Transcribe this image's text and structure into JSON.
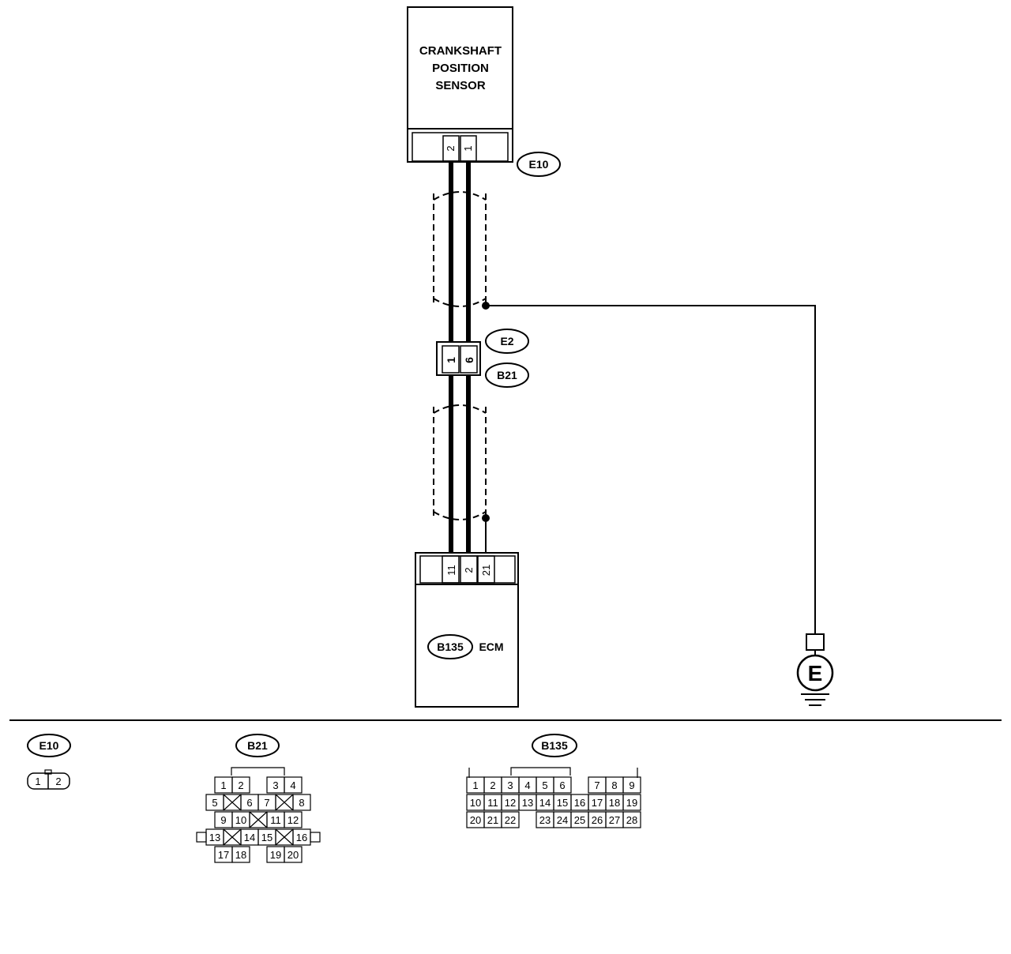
{
  "sensor": {
    "title_lines": [
      "CRANKSHAFT",
      "POSITION",
      "SENSOR"
    ],
    "connector_id": "E10",
    "pins": [
      "2",
      "1"
    ]
  },
  "junction": {
    "top_id": "E2",
    "bottom_id": "B21",
    "pins": [
      "1",
      "6"
    ]
  },
  "ecm": {
    "connector_id": "B135",
    "label": "ECM",
    "pins": [
      "11",
      "2",
      "21"
    ]
  },
  "ground": {
    "symbol": "E"
  },
  "connector_views": {
    "e10": {
      "id": "E10",
      "pins": [
        "1",
        "2"
      ]
    },
    "b21": {
      "id": "B21",
      "pins": [
        "1",
        "2",
        "3",
        "4",
        "5",
        "6",
        "7",
        "8",
        "9",
        "10",
        "11",
        "12",
        "13",
        "14",
        "15",
        "16",
        "17",
        "18",
        "19",
        "20"
      ]
    },
    "b135": {
      "id": "B135",
      "pins": [
        "1",
        "2",
        "3",
        "4",
        "5",
        "6",
        "7",
        "8",
        "9",
        "10",
        "11",
        "12",
        "13",
        "14",
        "15",
        "16",
        "17",
        "18",
        "19",
        "20",
        "21",
        "22",
        "23",
        "24",
        "25",
        "26",
        "27",
        "28"
      ]
    }
  }
}
